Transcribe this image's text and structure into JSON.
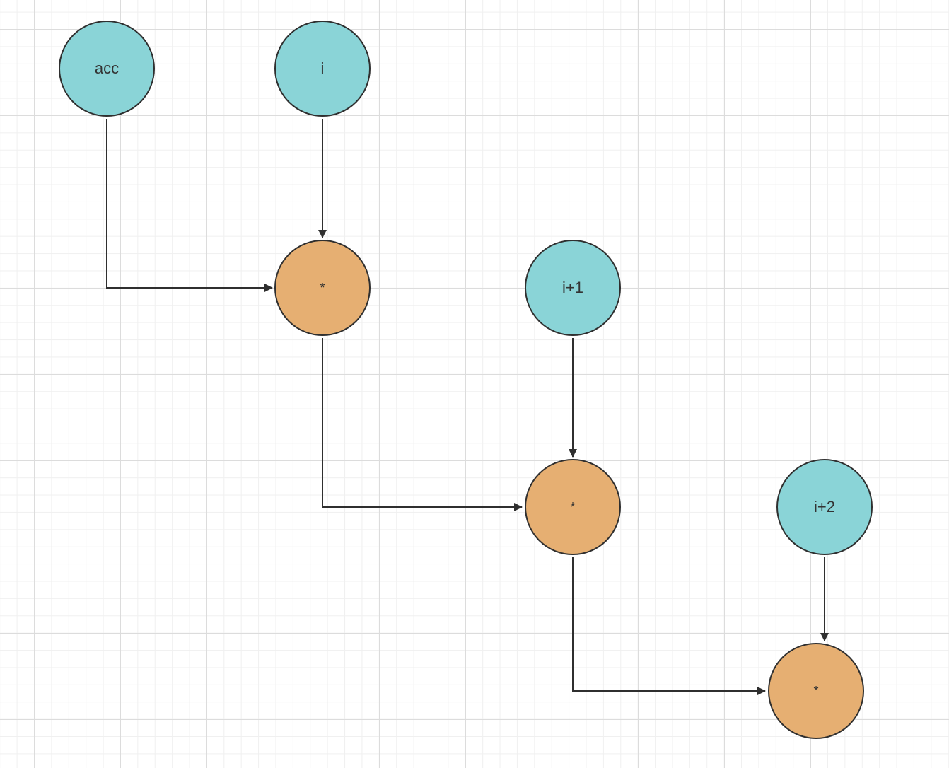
{
  "colors": {
    "input_fill": "#8ad4d7",
    "op_fill": "#e6af72",
    "stroke": "#2f2f2f"
  },
  "nodes": {
    "acc": {
      "label": "acc"
    },
    "i": {
      "label": "i"
    },
    "i1": {
      "label": "i+1"
    },
    "i2": {
      "label": "i+2"
    },
    "mul1": {
      "label": "*"
    },
    "mul2": {
      "label": "*"
    },
    "mul3": {
      "label": "*"
    }
  },
  "edges": [
    {
      "from": "acc",
      "to": "mul1"
    },
    {
      "from": "i",
      "to": "mul1"
    },
    {
      "from": "mul1",
      "to": "mul2"
    },
    {
      "from": "i1",
      "to": "mul2"
    },
    {
      "from": "mul2",
      "to": "mul3"
    },
    {
      "from": "i2",
      "to": "mul3"
    }
  ]
}
